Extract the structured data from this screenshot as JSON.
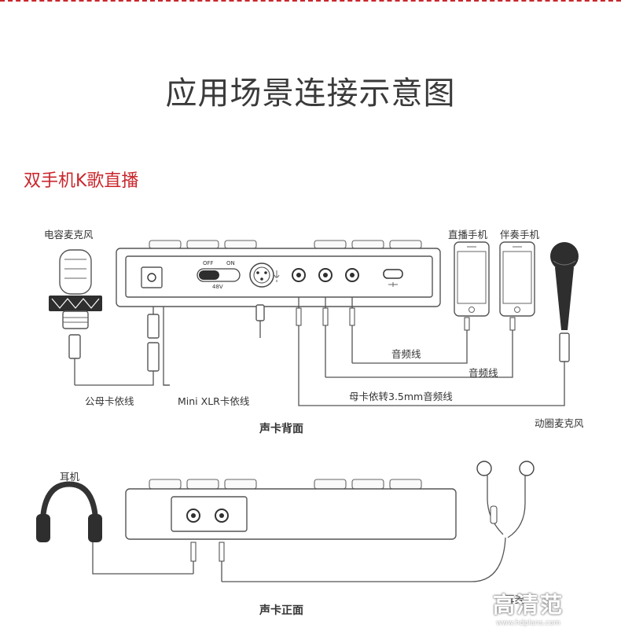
{
  "main_title": "应用场景连接示意图",
  "section_title": "双手机K歌直播",
  "labels": {
    "condenser_mic": "电容麦克风",
    "live_phone": "直播手机",
    "accompany_phone": "伴奏手机",
    "audio_cable_1": "音频线",
    "audio_cable_2": "音频线",
    "female_cable": "母卡依转3.5mm音频线",
    "male_female_cable": "公母卡依线",
    "mini_xlr_cable": "Mini XLR卡依线",
    "dynamic_mic": "动圈麦克风",
    "card_back": "声卡背面",
    "headphones": "耳机",
    "earphones": "耳麦",
    "card_front": "声卡正面"
  },
  "panel": {
    "switch_off": "OFF",
    "switch_on": "ON",
    "phantom": "48V"
  },
  "watermark": {
    "logo": "高清范",
    "url": "www.hdplans.com"
  }
}
